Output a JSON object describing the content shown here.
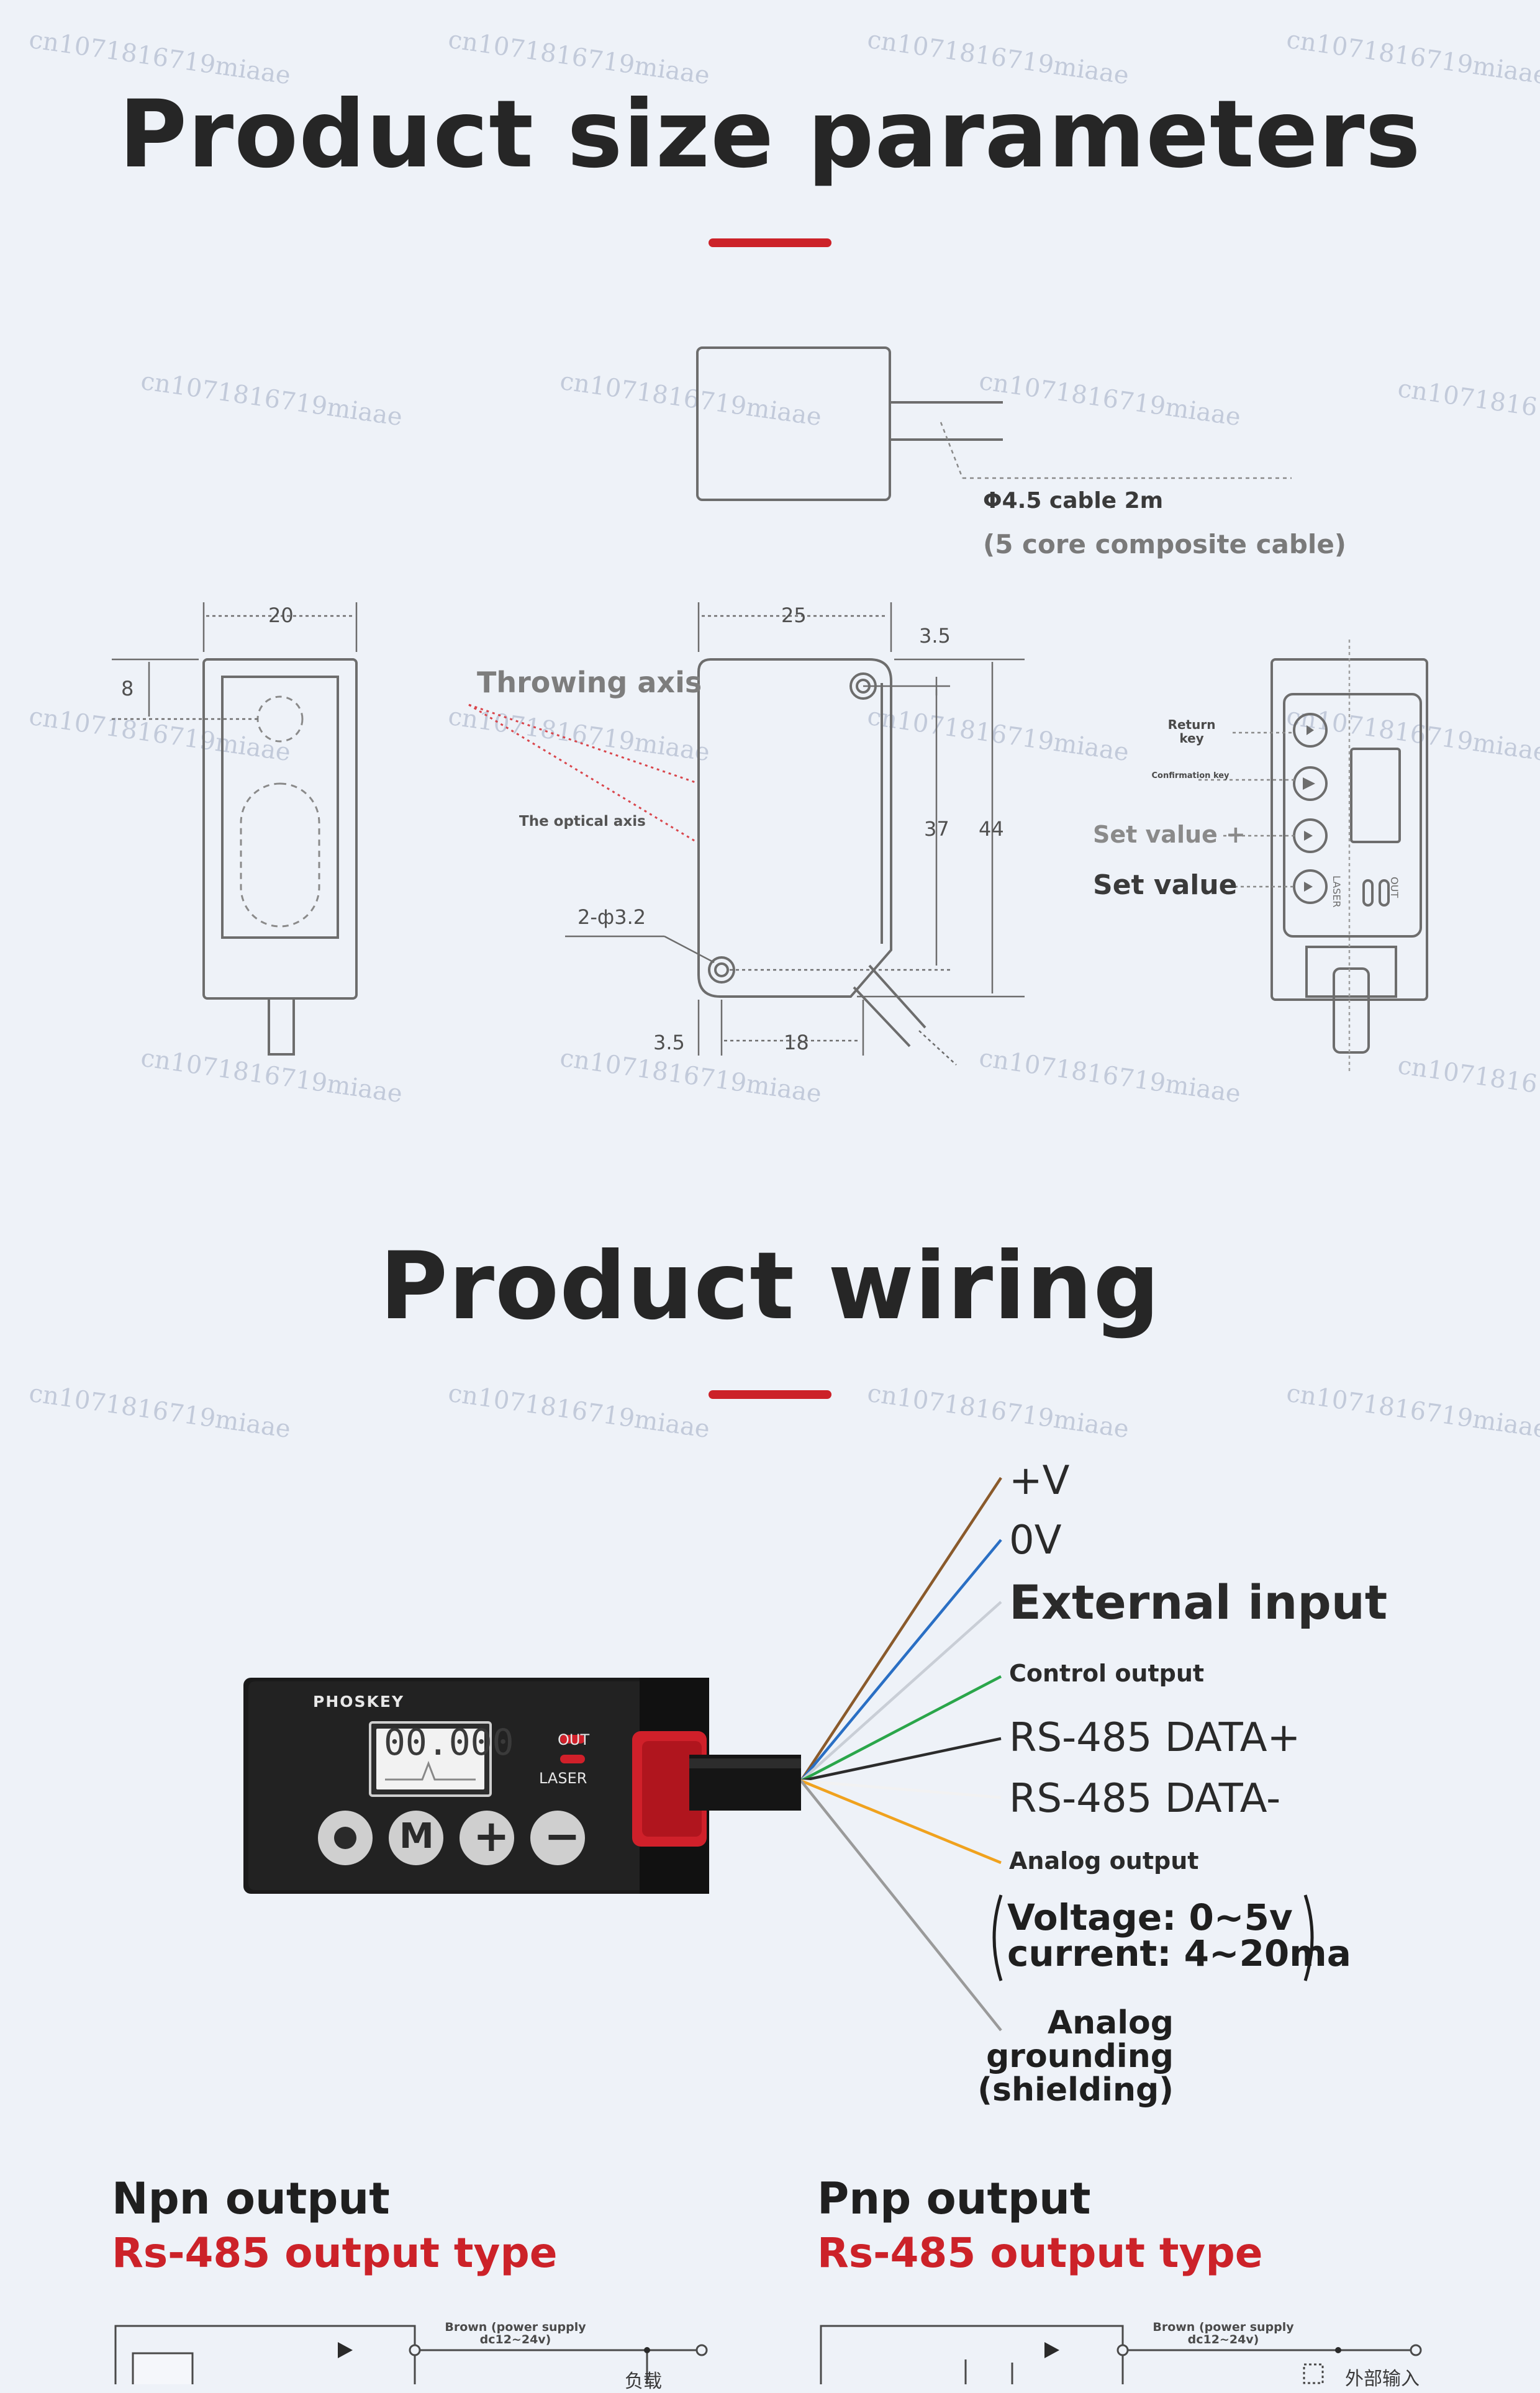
{
  "watermark_text": "cn1071816719miaae",
  "watermark_text_short": "cn10718167",
  "accent_color": "#cc2229",
  "size_section": {
    "title": "Product size parameters",
    "cable_label": "Φ4.5 cable 2m",
    "cable_sub": "(5 core composite cable)",
    "dims": {
      "width_front": "20",
      "top_offset": "8",
      "width_side": "25",
      "corner": "3.5",
      "inner_height": "37",
      "total_height": "44",
      "hole_label": "2-ф3.2",
      "bottom_left": "3.5",
      "bottom_span": "18"
    },
    "throwing_axis": "Throwing axis",
    "optical_axis": "The optical axis",
    "panel_labels": {
      "return_key": "Return key",
      "confirm_key": "Confirmation key",
      "set_value_plus": "Set value +",
      "set_value": "Set value",
      "laser": "LASER",
      "out": "OUT"
    }
  },
  "wiring_section": {
    "title": "Product wiring",
    "device": {
      "brand": "PHOSKEY",
      "display": "00.000",
      "out": "OUT",
      "laser": "LASER",
      "btn_m": "M",
      "btn_plus": "+",
      "btn_minus": "−"
    },
    "wires": [
      {
        "label": "+V",
        "color": "#8a5a2b"
      },
      {
        "label": "0V",
        "color": "#2a6fc4"
      },
      {
        "label": "External input",
        "color": "#c9ced6"
      },
      {
        "label": "Control output",
        "color": "#2aa64a"
      },
      {
        "label": "RS-485 DATA+",
        "color": "#2b2b2b"
      },
      {
        "label": "RS-485 DATA-",
        "color": "#f2f2f2"
      },
      {
        "label": "Analog output",
        "color": "#f0a21e"
      },
      {
        "label": "Analog grounding (shielding)",
        "color": "#9a9a9a"
      }
    ],
    "voltage": "Voltage: 0~5v",
    "current": "current: 4~20ma",
    "analog_ground_1": "Analog",
    "analog_ground_2": "grounding",
    "analog_ground_3": "(shielding)"
  },
  "outputs": {
    "npn_title": "Npn output",
    "npn_sub": "Rs-485 output type",
    "pnp_title": "Pnp output",
    "pnp_sub": "Rs-485 output type",
    "npn_note": "Brown (power supply dc12~24v)",
    "pnp_note": "Brown (power supply dc12~24v)",
    "npn_load": "负载",
    "pnp_ext": "外部输入"
  }
}
